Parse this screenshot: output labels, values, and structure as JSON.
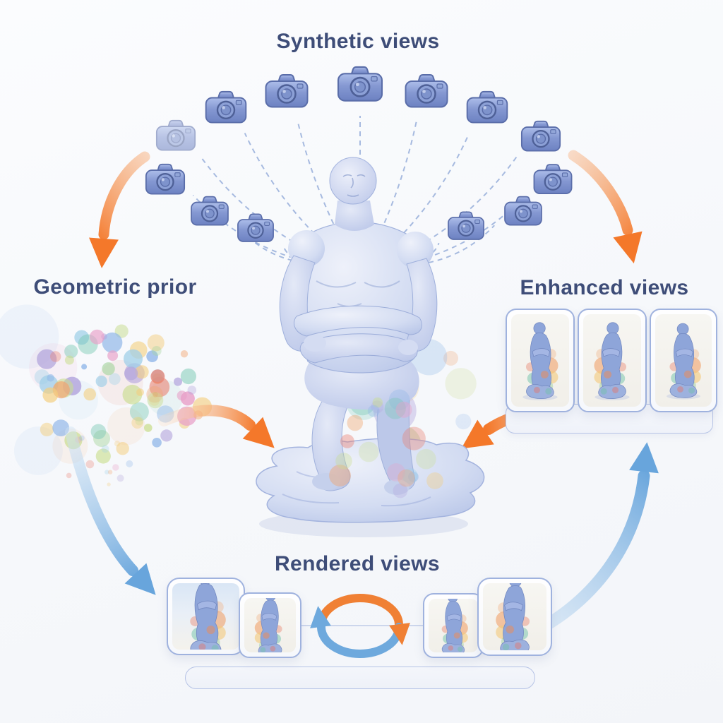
{
  "diagram": {
    "labels": {
      "top": "Synthetic views",
      "left": "Geometric prior",
      "right": "Enhanced views",
      "bottom": "Rendered views"
    },
    "colors": {
      "text": "#3e4d78",
      "arrow_orange": "#f4782a",
      "arrow_orange_pale": "#f9dcc1",
      "arrow_blue": "#68a5dc",
      "arrow_blue_pale": "#cfe3f5",
      "camera_blue": "#7e93cc",
      "ray_blue": "#8ba4d6",
      "statue_fill": "#ccd6ef",
      "card_border": "#9fb2de",
      "point_cloud_palette": [
        "#a3d39c",
        "#f2a46f",
        "#e97f6f",
        "#76c7b2",
        "#f3ce7d",
        "#b2a4dc",
        "#8fb6e8",
        "#e8a0c8",
        "#c9dd8f",
        "#9fcfe8"
      ]
    },
    "icons": {
      "camera": "camera-icon",
      "cycle": "refresh-cycle-icon"
    },
    "cameras": {
      "count": 13
    },
    "panels": {
      "enhanced": {
        "thumbnail_count": 3
      },
      "rendered": {
        "thumbnail_count": 4
      }
    },
    "flows": [
      {
        "from": "synthetic-views",
        "to": "geometric-prior",
        "color": "orange"
      },
      {
        "from": "synthetic-views",
        "to": "enhanced-views",
        "color": "orange"
      },
      {
        "from": "geometric-prior",
        "to": "central-3d-model",
        "color": "orange"
      },
      {
        "from": "enhanced-views",
        "to": "central-3d-model",
        "color": "orange"
      },
      {
        "from": "geometric-prior",
        "to": "rendered-views",
        "color": "blue"
      },
      {
        "from": "rendered-views",
        "to": "enhanced-views",
        "color": "blue"
      },
      {
        "from": "rendered-views",
        "to": "rendered-views",
        "color": "orange-blue-cycle"
      }
    ]
  }
}
